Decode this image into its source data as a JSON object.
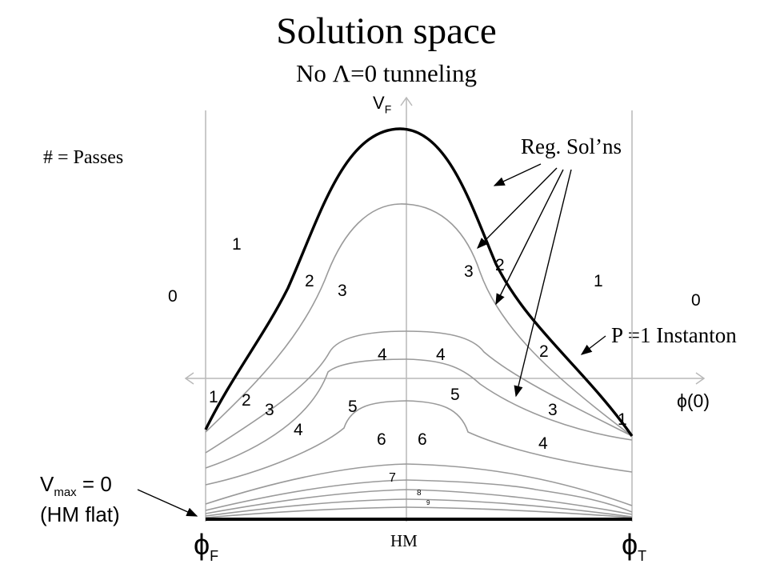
{
  "title": "Solution space",
  "subtitle": "No Λ=0 tunneling",
  "legend_note": "# = Passes",
  "reg_solns_label": "Reg. Sol’ns",
  "instanton_label": "P =1 Instanton",
  "vmax_label": {
    "main": "V",
    "sub": "max",
    "rest": " = 0"
  },
  "hm_flat_label": "(HM flat)",
  "axes": {
    "y_label": {
      "main": "V",
      "sub": "F"
    },
    "x_label": "ϕ(0)",
    "phi_f": {
      "main": "ϕ",
      "sub": "F"
    },
    "phi_t": {
      "main": "ϕ",
      "sub": "T"
    },
    "hm": "HM"
  },
  "region_numbers": {
    "r0_left": "0",
    "r0_right": "0",
    "r1_top_left": "1",
    "r1_right": "1",
    "r1_low_left": "1",
    "r1_low_right": "1",
    "r2_a": "2",
    "r2_b": "2",
    "r2_c": "2",
    "r2_d": "2",
    "r3_a": "3",
    "r3_b": "3",
    "r3_c": "3",
    "r3_d": "3",
    "r4_a": "4",
    "r4_b": "4",
    "r4_c": "4",
    "r4_d": "4",
    "r5_a": "5",
    "r5_b": "5",
    "r6_a": "6",
    "r6_b": "6",
    "r7": "7",
    "r8": "8",
    "r9": "9"
  }
}
